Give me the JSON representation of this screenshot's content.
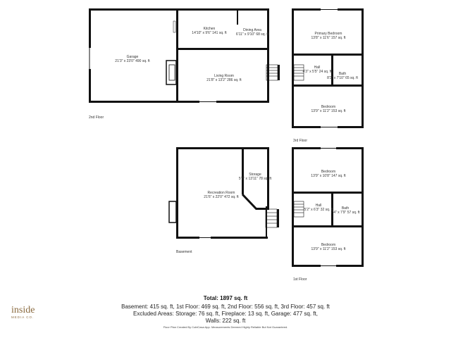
{
  "floors": {
    "second": {
      "label": "2nd Floor",
      "rooms": [
        {
          "name": "Garage",
          "dims": "21'3\" x 23'0\" 490 sq. ft"
        },
        {
          "name": "Kitchen",
          "dims": "14'10\" x 9'6\" 141 sq. ft"
        },
        {
          "name": "Dining Area",
          "dims": "6'11\" x 9'10\" 68 sq. ft"
        },
        {
          "name": "Living Room",
          "dims": "21'8\" x 13'2\" 286 sq. ft"
        }
      ]
    },
    "third": {
      "label": "3rd Floor",
      "rooms": [
        {
          "name": "Primary Bedroom",
          "dims": "13'8\" x 11'6\" 157 sq. ft"
        },
        {
          "name": "Hall",
          "dims": "4'3\" x 5'5\" 24 sq. ft"
        },
        {
          "name": "Bath",
          "dims": "8'3\" x 7'10\" 65 sq. ft"
        },
        {
          "name": "Bedroom",
          "dims": "13'9\" x 11'2\" 153 sq. ft"
        }
      ]
    },
    "basement": {
      "label": "Basement",
      "rooms": [
        {
          "name": "Storage",
          "dims": "5'7\" x 13'11\" 78 sq. ft"
        },
        {
          "name": "Recreation Room",
          "dims": "21'6\" x 22'0\" 472 sq. ft"
        }
      ]
    },
    "first": {
      "label": "1st Floor",
      "rooms": [
        {
          "name": "Bedroom",
          "dims": "13'9\" x 10'8\" 147 sq. ft"
        },
        {
          "name": "Hall",
          "dims": "5'2\" x 6'3\" 32 sq. ft"
        },
        {
          "name": "Bath",
          "dims": "7'4\" x 7'9\" 57 sq. ft"
        },
        {
          "name": "Bedroom",
          "dims": "13'9\" x 11'2\" 153 sq. ft"
        }
      ]
    }
  },
  "summary": {
    "total": "Total: 1897 sq. ft",
    "line1": "Basement: 415 sq. ft, 1st Floor: 469 sq. ft, 2nd Floor: 556 sq. ft, 3rd Floor: 457 sq. ft",
    "line2": "Excluded Areas: Storage: 76 sq. ft, Fireplace: 13 sq. ft, Garage: 477 sq. ft,",
    "line3": "Walls: 222 sq. ft",
    "disclaimer": "Floor Plan Created By CubiCasa App. Measurements Deemed Highly Reliable But Not Guaranteed."
  },
  "logo": {
    "main": "inside",
    "sub": "MEDIA CO."
  }
}
